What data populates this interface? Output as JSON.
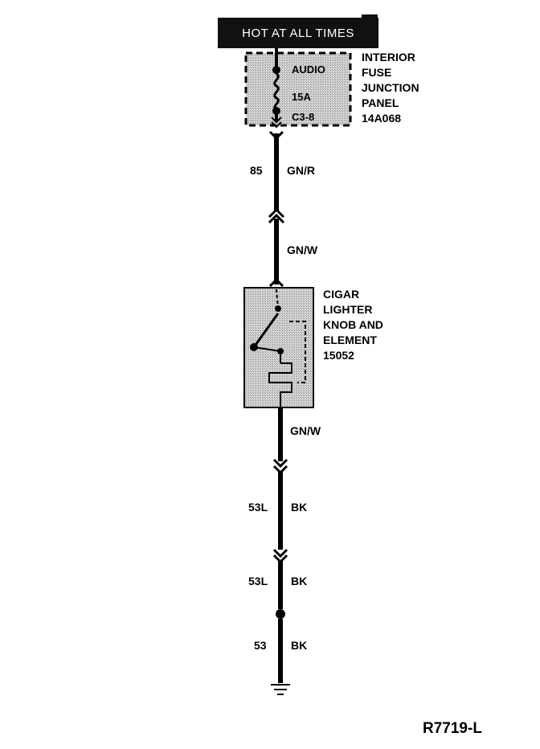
{
  "banner": {
    "text": "HOT AT ALL TIMES"
  },
  "fuse_panel": {
    "fuse_name": "AUDIO",
    "fuse_rating": "15A",
    "fuse_connector": "C3-8",
    "name_lines": [
      "INTERIOR",
      "FUSE",
      "JUNCTION",
      "PANEL",
      "14A068"
    ]
  },
  "cigar_lighter": {
    "name_lines": [
      "CIGAR",
      "LIGHTER",
      "KNOB AND",
      "ELEMENT",
      "15052"
    ]
  },
  "wires": [
    {
      "circuit": "85",
      "color": "GN/R"
    },
    {
      "circuit": "",
      "color": "GN/W"
    },
    {
      "circuit": "",
      "color": "GN/W"
    },
    {
      "circuit": "53L",
      "color": "BK"
    },
    {
      "circuit": "53L",
      "color": "BK"
    },
    {
      "circuit": "53",
      "color": "BK"
    }
  ],
  "figure_id": "R7719-L",
  "colors": {
    "ink": "#000000",
    "component_fill": "#c8c8c8",
    "banner_bg": "#111111",
    "banner_text": "#ffffff"
  }
}
